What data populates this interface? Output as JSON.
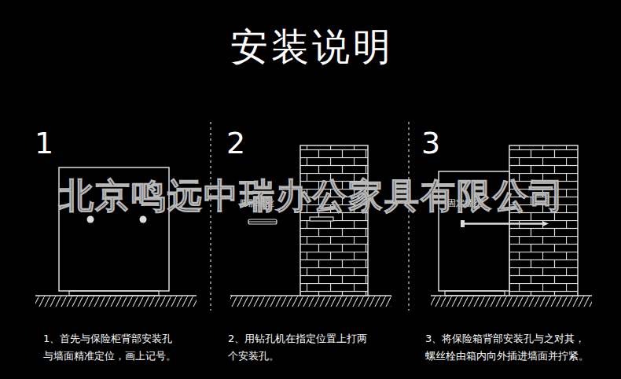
{
  "diagram": {
    "title": "安装说明",
    "labels": [
      "1",
      "2",
      "3",
      "膨胀螺丝",
      "固定螺丝",
      "1、首先与保险柜背部安装孔 与墙面精准定位，画上记号。",
      "2、用钻孔机在指定位置上打两 个安装孔。",
      "3、将保险箱背部安装孔与之对其， 螺丝栓由箱内向外插进墙面并拧紧。",
      "北京鸣远中瑞办公家具有限公司"
    ]
  }
}
